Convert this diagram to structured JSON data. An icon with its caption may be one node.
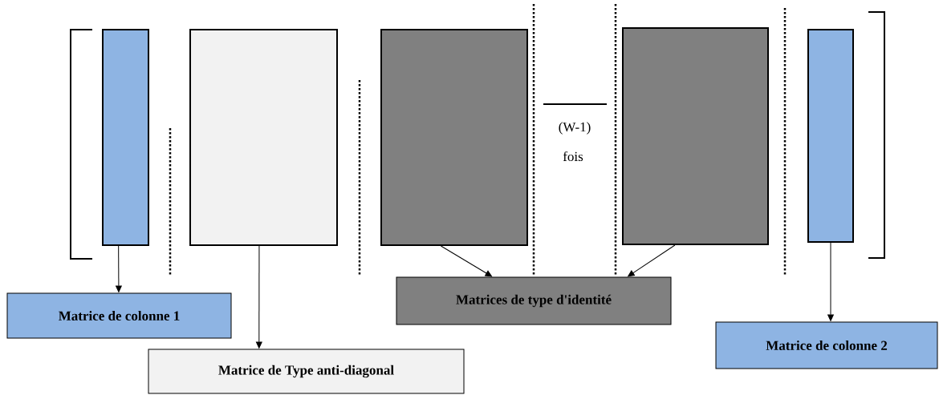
{
  "diagram": {
    "nodes": [
      {
        "text": [],
        "shape": "box"
      },
      {
        "text": [],
        "shape": "box"
      },
      {
        "text": [],
        "shape": "box"
      },
      {
        "text": [],
        "shape": "box"
      },
      {
        "text": [],
        "shape": "box"
      },
      {
        "text": [
          "Matrice de colonne 1"
        ]
      },
      {
        "text": [
          "Matrice de Type anti-diagonal"
        ]
      },
      {
        "text": [
          "Matrices de type d'identité"
        ]
      },
      {
        "text": [
          "Matrice de colonne 2"
        ]
      }
    ],
    "edges": [
      {
        "from": 0,
        "to": 5,
        "arrow": "to"
      },
      {
        "from": 1,
        "to": 6,
        "arrow": "to"
      },
      {
        "from": 2,
        "to": 7,
        "arrow": "to"
      },
      {
        "from": 3,
        "to": 7,
        "arrow": "to"
      },
      {
        "from": 4,
        "to": 8,
        "arrow": "to"
      }
    ],
    "labels": [
      "(W-1)",
      "fois"
    ]
  }
}
